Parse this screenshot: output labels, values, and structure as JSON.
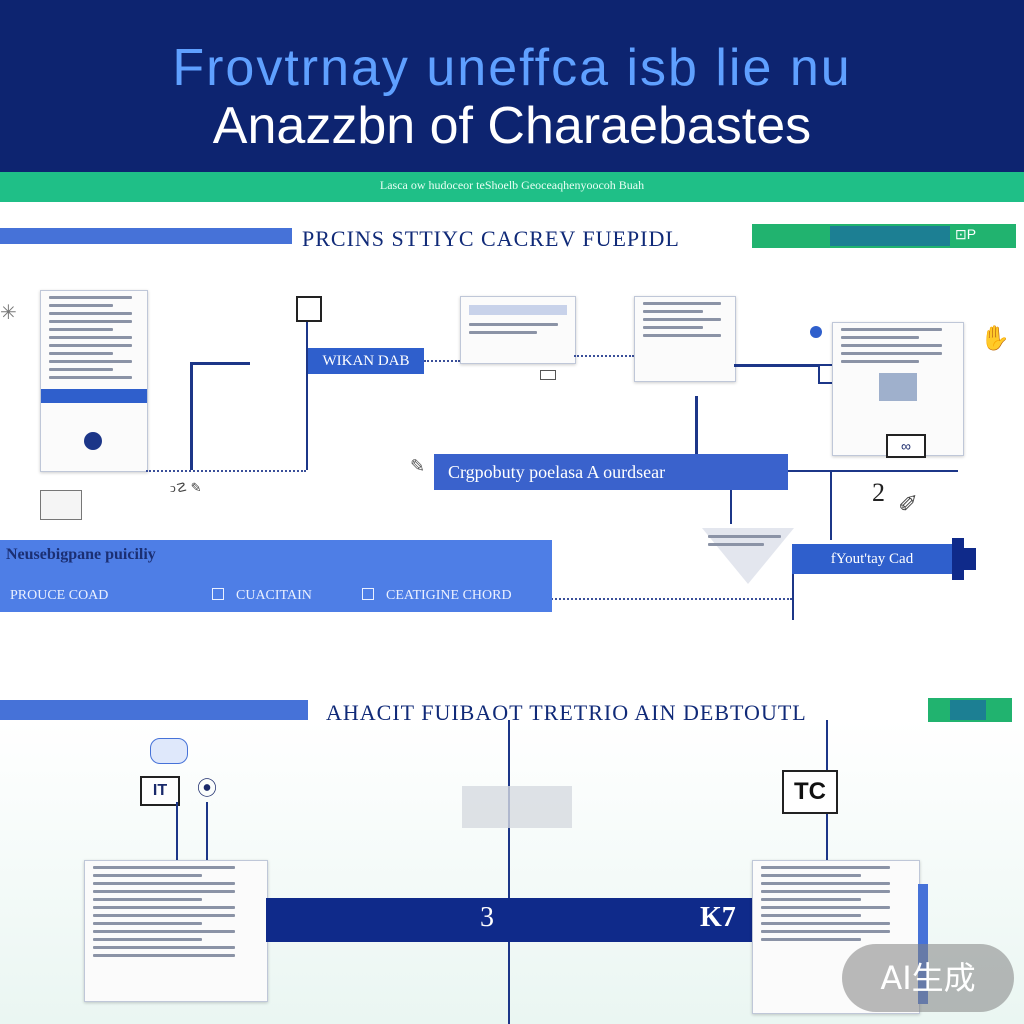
{
  "header": {
    "title_line1": "Frovtrnay uneffca isb lie nu",
    "title_line2": "Anazzbn of Charaebastes",
    "subtitle": "Lasca ow hudoceor teShoelb Geoceaqhenyoocoh Buah"
  },
  "section1": {
    "title": "PRCINS STTIYC CACREV FUEPIDL",
    "tab_label": "⊡P"
  },
  "flow": {
    "label_mid": "WIKAN DAB",
    "main_bar": "Crgpobuty poelasa A ourdsear",
    "right_bar": "fYout'tay Cad",
    "wide_bar_top": "Neusebigpane puiciliy",
    "wide_items": [
      "PROUCE COAD",
      "CUACITAIN",
      "CEATIGINE CHORD"
    ],
    "glyph_right": "2",
    "glyph_inf": "∞"
  },
  "section2": {
    "title": "AHACIT FUIBAOT TRETRIO AIN DEBTOUTL",
    "left_icons": [
      "IT",
      "⦿"
    ],
    "tc_label": "TC",
    "bottom_bar_glyphs": [
      "3",
      "K7"
    ]
  },
  "badge": "AI生成",
  "colors": {
    "navy": "#0d2470",
    "teal": "#1fbf87",
    "blue": "#4672d8",
    "label_blue": "#2f5fcc"
  }
}
